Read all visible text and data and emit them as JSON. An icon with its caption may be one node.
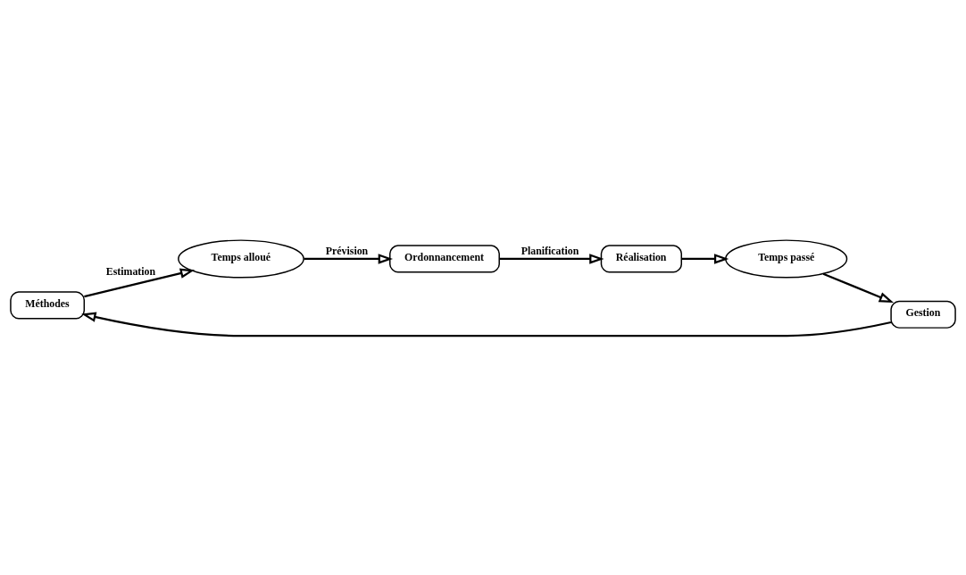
{
  "diagram": {
    "nodes": [
      {
        "text": [
          "Méthodes"
        ]
      },
      {
        "text": [
          "Ordonnancement"
        ]
      },
      {
        "text": [
          "Gestion"
        ]
      },
      {
        "text": [
          "Temps alloué"
        ]
      },
      {
        "text": [
          "Réalisation"
        ]
      },
      {
        "text": [
          "Temps passé"
        ]
      }
    ],
    "edges": [
      {
        "from": 2,
        "to": 0,
        "arrow": "to"
      },
      {
        "from": 0,
        "to": 3,
        "arrow": "to",
        "label": "Estimation"
      },
      {
        "from": 3,
        "to": 1,
        "arrow": "to",
        "label": "Prévision"
      },
      {
        "from": 1,
        "to": 4,
        "arrow": "to",
        "label": "Planification"
      },
      {
        "from": 4,
        "to": 5,
        "arrow": "to"
      },
      {
        "from": 5,
        "to": 2,
        "arrow": "to"
      }
    ]
  }
}
